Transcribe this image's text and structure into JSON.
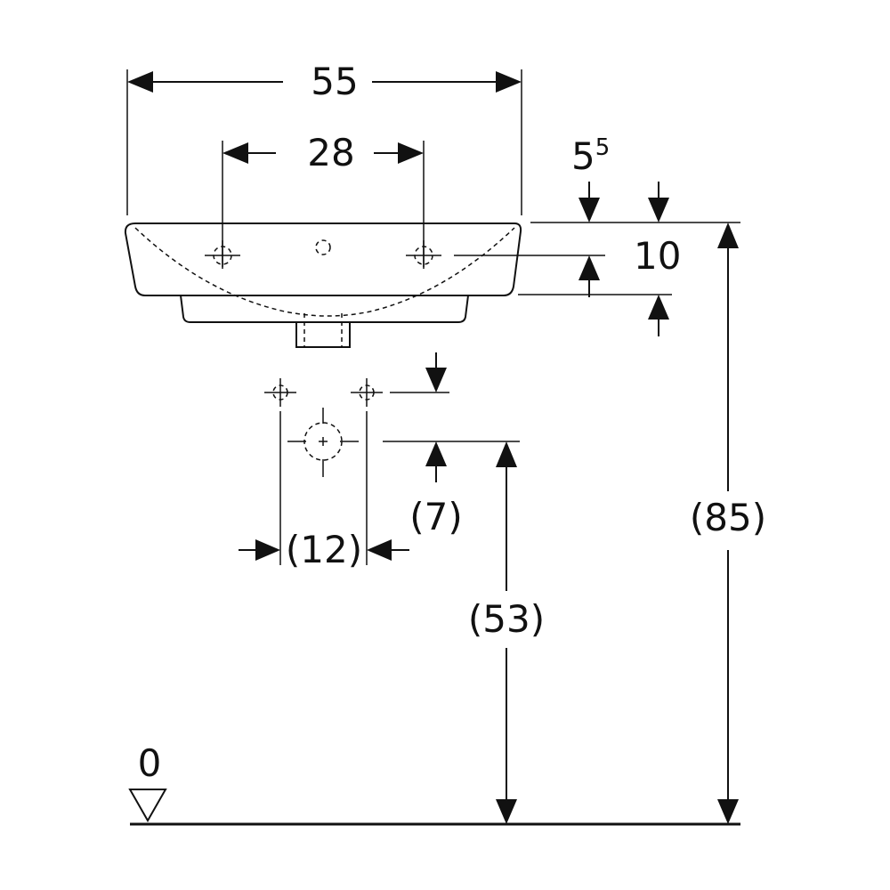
{
  "dimensions": {
    "overall_width": "55",
    "tap_hole_spacing": "28",
    "rim_offset_base": "5",
    "rim_offset_sup": "5",
    "basin_depth": "10",
    "supply_spacing": "(12)",
    "supply_to_waste": "(7)",
    "waste_height": "(53)",
    "overall_height": "(85)",
    "floor_reference": "0"
  },
  "colors": {
    "line": "#111111",
    "background": "#ffffff"
  },
  "icons": {
    "floor_marker": "triangle-level-icon",
    "connection_point": "crosshair-circle-icon"
  }
}
